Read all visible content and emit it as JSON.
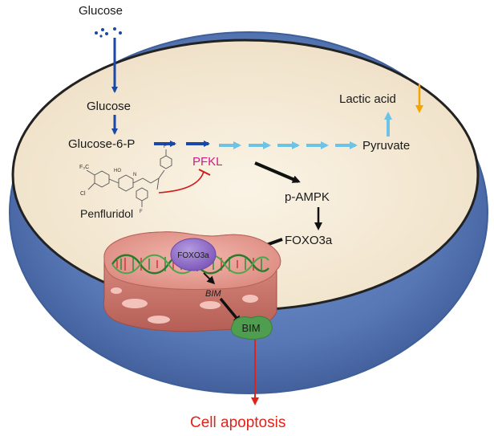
{
  "labels": {
    "glucose_outside": "Glucose",
    "glucose_inside": "Glucose",
    "glucose6p": "Glucose-6-P",
    "pfkl": "PFKL",
    "pyruvate": "Pyruvate",
    "lactic_acid": "Lactic acid",
    "p_ampk": "p-AMPK",
    "foxo3a_cyto": "FOXO3a",
    "foxo3a_nucleus": "FOXO3a",
    "bim_gene": "BIM",
    "bim_protein": "BIM",
    "penfluridol": "Penfluridol",
    "cell_apoptosis": "Cell apoptosis",
    "structure_ho": "HO",
    "structure_cf3": "F₃C",
    "structure_cl": "Cl",
    "structure_n": "N",
    "structure_f1": "F",
    "structure_f2": "F"
  },
  "colors": {
    "membrane_outer": "#5b80be",
    "membrane_edge": "#3e5f9a",
    "cytoplasm": "#f6ecd9",
    "cytoplasm_edge": "#2a2a2a",
    "glycolysis_dark": "#1b47a6",
    "glycolysis_light": "#6ec3e4",
    "lactate_arrow": "#f2a500",
    "pfkl_text": "#d11a8a",
    "inhibition": "#d11a1a",
    "signal_arrow": "#111111",
    "nucleus": "#d67e73",
    "nucleus_light": "#f3c3bb",
    "foxo3a_bubble": "#8e6bc4",
    "bim_protein": "#4f9d4f",
    "apoptosis_text": "#e0231a"
  }
}
